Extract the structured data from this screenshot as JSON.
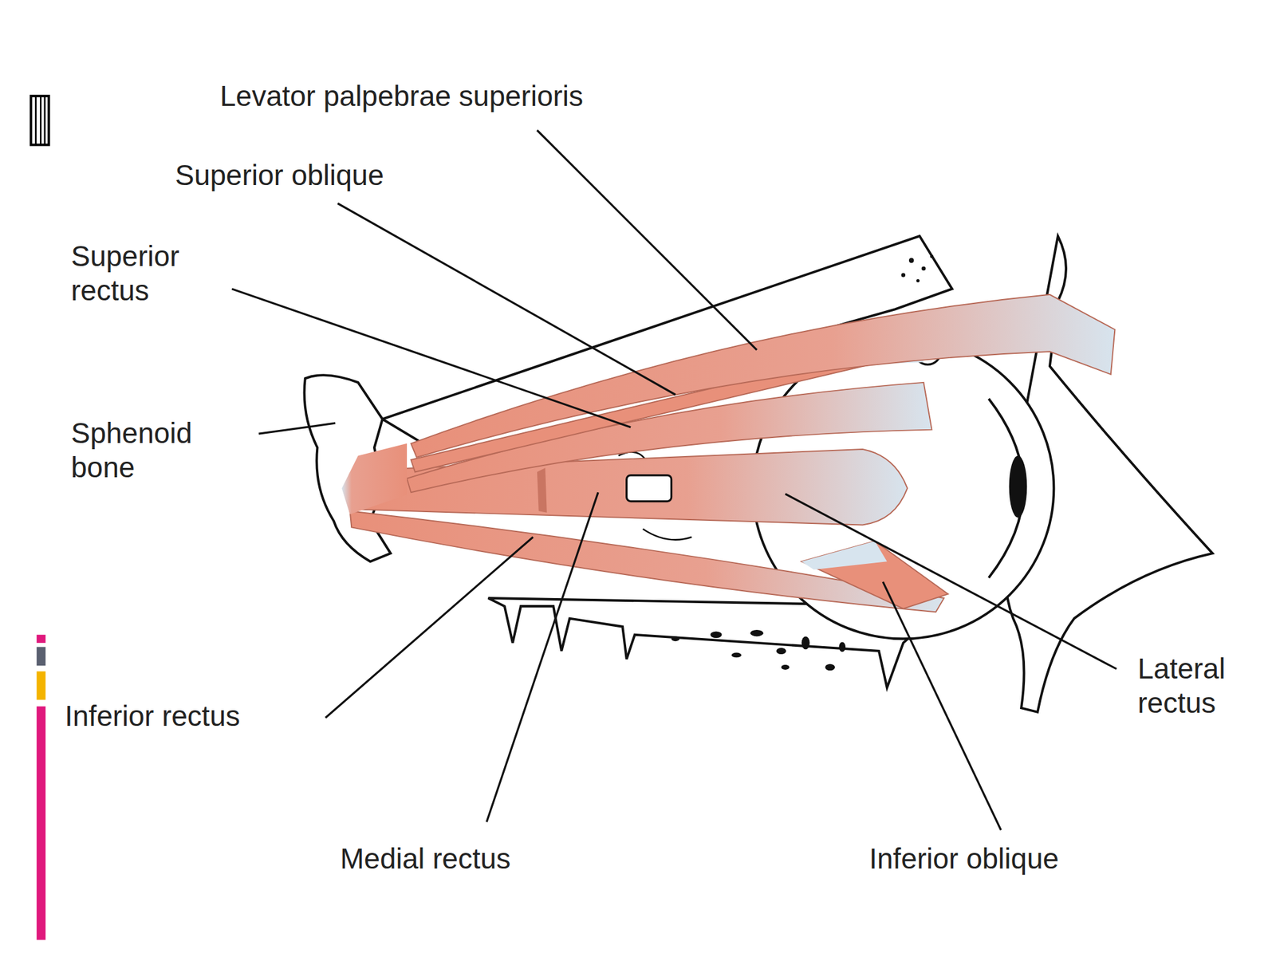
{
  "diagram": {
    "labels": [
      "Levator palpebrae superioris",
      "Superior oblique",
      "Superior rectus",
      "Sphenoid bone",
      "Inferior rectus",
      "Medial rectus",
      "Inferior oblique",
      "Lateral rectus"
    ]
  }
}
